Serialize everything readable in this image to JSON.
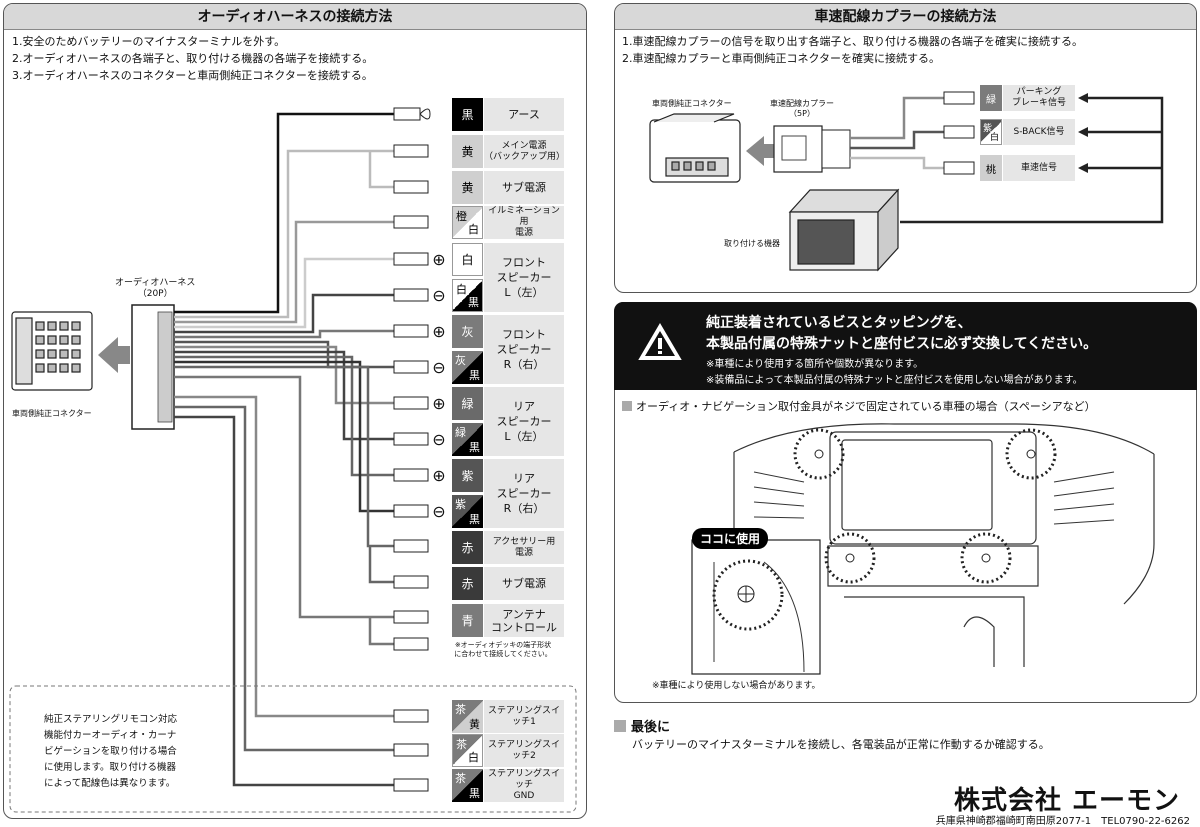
{
  "audio": {
    "title": "オーディオハーネスの接続方法",
    "steps": [
      "1.安全のためバッテリーのマイナスターミナルを外す。",
      "2.オーディオハーネスの各端子と、取り付ける機器の各端子を接続する。",
      "3.オーディオハーネスのコネクターと車両側純正コネクターを接続する。"
    ],
    "harness_label": "オーディオハーネス\n（20P）",
    "vehicle_connector_label": "車両側純正コネクター",
    "plus": "⊕",
    "minus": "⊖",
    "rows": [
      {
        "color": "黒",
        "label": "アース"
      },
      {
        "color": "黄",
        "label": "メイン電源\n（バックアップ用）"
      },
      {
        "color": "黄",
        "label": "サブ電源"
      },
      {
        "color": "橙",
        "color2": "白",
        "label": "イルミネーション用\n電源"
      },
      {
        "color": "白",
        "label": ""
      },
      {
        "color": "白",
        "color2": "黒",
        "label": ""
      },
      {
        "color": "灰",
        "label": ""
      },
      {
        "color": "灰",
        "color2": "黒",
        "label": ""
      },
      {
        "color": "緑",
        "label": ""
      },
      {
        "color": "緑",
        "color2": "黒",
        "label": ""
      },
      {
        "color": "紫",
        "label": ""
      },
      {
        "color": "紫",
        "color2": "黒",
        "label": ""
      },
      {
        "color": "赤",
        "label": "アクセサリー用\n電源"
      },
      {
        "color": "赤",
        "label": "サブ電源"
      },
      {
        "color": "青",
        "label": "アンテナ\nコントロール"
      },
      {
        "color": "茶",
        "color2": "黄",
        "label": "ステアリングスイッチ1"
      },
      {
        "color": "茶",
        "color2": "白",
        "label": "ステアリングスイッチ2"
      },
      {
        "color": "茶",
        "color2": "黒",
        "label": "ステアリングスイッチ\nGND"
      }
    ],
    "speakers": {
      "front_l": "フロント\nスピーカー\nL（左）",
      "front_r": "フロント\nスピーカー\nR（右）",
      "rear_l": "リア\nスピーカー\nL（左）",
      "rear_r": "リア\nスピーカー\nR（右）"
    },
    "antenna_note": "※オーディオデッキの端子形状\nに合わせて接続してください。",
    "steering_note": "純正ステアリングリモコン対応\n機能付カーオーディオ・カーナ\nビゲーションを取り付ける場合\nに使用します。取り付ける機器\nによって配線色は異なります。"
  },
  "speed": {
    "title": "車速配線カプラーの接続方法",
    "steps": [
      "1.車速配線カプラーの信号を取り出す各端子と、取り付ける機器の各端子を確実に接続する。",
      "2.車速配線カプラーと車両側純正コネクターを確実に接続する。"
    ],
    "vehicle_connector_label": "車両側純正コネクター",
    "coupler_label": "車速配線カプラー\n（5P）",
    "device_label": "取り付ける機器",
    "rows": [
      {
        "color": "緑",
        "label": "パーキング\nブレーキ信号"
      },
      {
        "color": "紫",
        "color2": "白",
        "label": "S-BACK信号"
      },
      {
        "color": "桃",
        "label": "車速信号"
      }
    ]
  },
  "warning": {
    "line1": "純正装着されているビスとタッピングを、",
    "line2": "本製品付属の特殊ナットと座付ビスに必ず交換してください。",
    "note1": "※車種により使用する箇所や個数が異なります。",
    "note2": "※装備品によって本製品付属の特殊ナットと座付ビスを使用しない場合があります。",
    "case_title": "オーディオ・ナビゲーション取付金具がネジで固定されている車種の場合（スペーシアなど）",
    "callout": "ココに使用",
    "footnote": "※車種により使用しない場合があります。"
  },
  "final": {
    "title": "最後に",
    "text": "バッテリーのマイナスターミナルを接続し、各電装品が正常に作動するか確認する。"
  },
  "company": {
    "name": "株式会社 エーモン",
    "address": "兵庫県神崎郡福崎町南田原2077-1　TEL0790-22-6262"
  }
}
